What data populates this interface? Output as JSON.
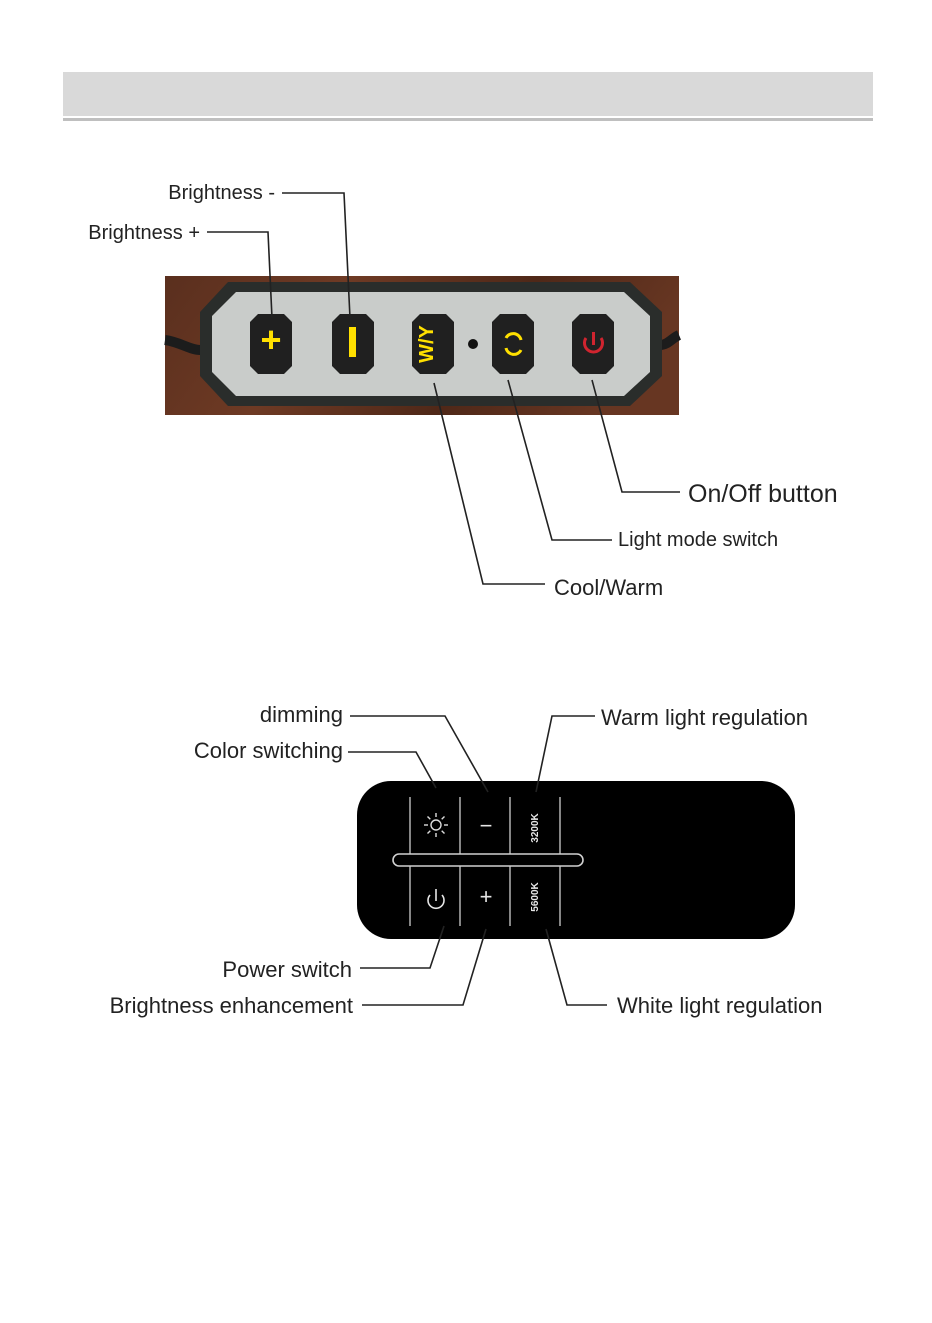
{
  "controller_wired": {
    "labels": {
      "brightness_minus": "Brightness -",
      "brightness_plus": "Brightness +",
      "on_off": "On/Off button",
      "light_mode": "Light mode switch",
      "cool_warm": "Cool/Warm"
    },
    "buttons": [
      {
        "glyph": "+",
        "icon": "plus-icon",
        "color": "#ffe000"
      },
      {
        "glyph": "−",
        "icon": "minus-icon",
        "color": "#ffe000"
      },
      {
        "glyph": "W/Y",
        "icon": "wy-text-icon",
        "color": "#ffe000"
      },
      {
        "glyph": "⟲",
        "icon": "cycle-icon",
        "color": "#ffe000"
      },
      {
        "glyph": "⏻",
        "icon": "power-icon",
        "color": "#d0242f"
      }
    ]
  },
  "touch_panel": {
    "labels": {
      "dimming": "dimming",
      "color_switching": "Color switching",
      "warm_light": "Warm light regulation",
      "power_switch": "Power switch",
      "brightness_enhancement": "Brightness enhancement",
      "white_light": "White light regulation"
    },
    "keys": {
      "minus": "−",
      "plus": "+",
      "temp_warm": "3200K",
      "temp_white": "5600K"
    }
  }
}
